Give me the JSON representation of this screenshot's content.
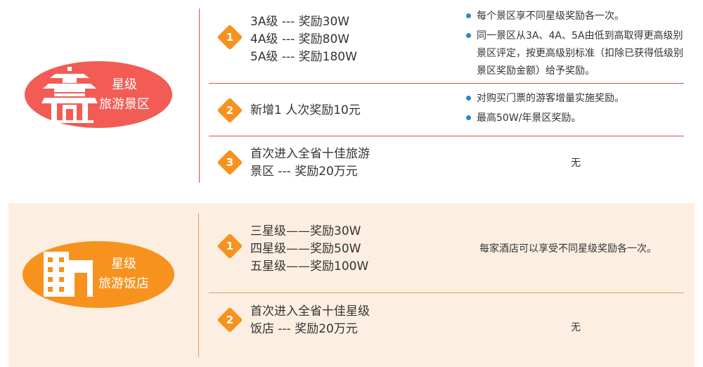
{
  "scenic": {
    "title_line1": "星级",
    "title_line2": "旅游景区",
    "icon": "pagoda-icon",
    "rows": [
      {
        "index": "1",
        "reward_lines": [
          "3A级 --- 奖励30W",
          "4A级 --- 奖励80W",
          "5A级 --- 奖励180W"
        ],
        "notes": [
          "每个景区享不同星级奖励各一次。",
          "同一景区从3A、4A、5A由低到高取得更高级别景区评定，按更高级别标准（扣除已获得低级别景区奖励金额）给予奖励。"
        ]
      },
      {
        "index": "2",
        "reward_lines": [
          "新增1 人次奖励10元"
        ],
        "notes": [
          "对购买门票的游客增量实施奖励。",
          "最高50W/年景区奖励。"
        ]
      },
      {
        "index": "3",
        "reward_lines": [
          "首次进入全省十佳旅游",
          "景区 --- 奖励20万元"
        ],
        "note_plain": "无"
      }
    ]
  },
  "hotel": {
    "title_line1": "星级",
    "title_line2": "旅游饭店",
    "icon": "hotel-building-icon",
    "rows": [
      {
        "index": "1",
        "reward_lines": [
          "三星级——奖励30W",
          "四星级——奖励50W",
          "五星级——奖励100W"
        ],
        "note_plain": "每家酒店可以享受不同星级奖励各一次。"
      },
      {
        "index": "2",
        "reward_lines": [
          "首次进入全省十佳星级",
          "饭店 --- 奖励20万元"
        ],
        "note_plain": "无"
      }
    ]
  },
  "colors": {
    "scenic_badge": "#f25c54",
    "hotel_badge": "#f7921e",
    "hotel_band": "#fcefe2",
    "bullet": "#2c87c8"
  }
}
